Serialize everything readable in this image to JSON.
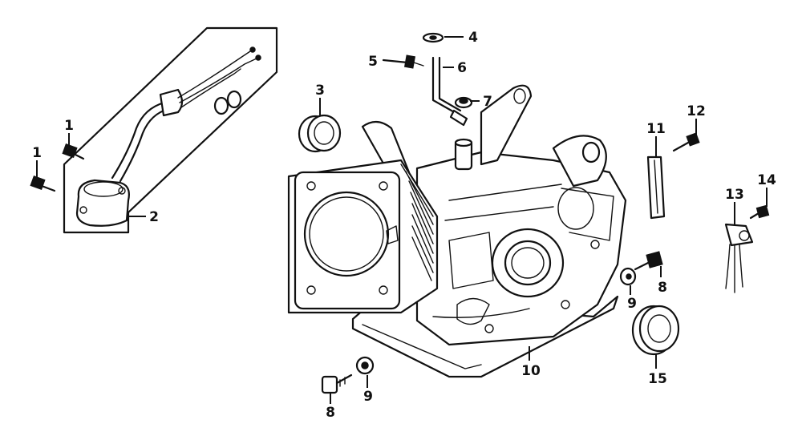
{
  "callouts": {
    "c1a": "1",
    "c1b": "1",
    "c2": "2",
    "c3": "3",
    "c4": "4",
    "c5": "5",
    "c6": "6",
    "c7": "7",
    "c8a": "8",
    "c8b": "8",
    "c9a": "9",
    "c9b": "9",
    "c10": "10",
    "c11": "11",
    "c12": "12",
    "c13": "13",
    "c14": "14",
    "c15": "15"
  },
  "colors": {
    "ink": "#111111",
    "paper": "#ffffff"
  }
}
